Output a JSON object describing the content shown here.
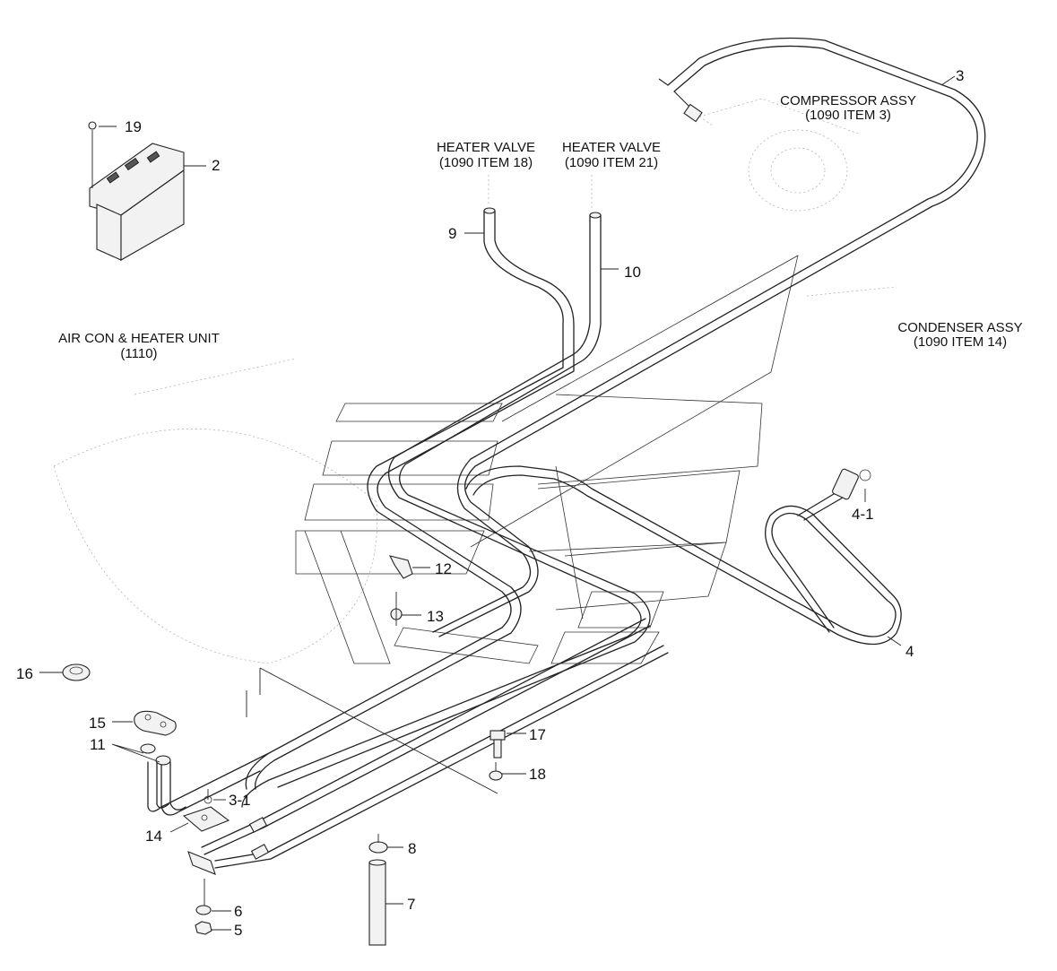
{
  "labels": {
    "compressor": {
      "line1": "COMPRESSOR ASSY",
      "line2": "(1090 ITEM 3)"
    },
    "heater_valve_18": {
      "line1": "HEATER VALVE",
      "line2": "(1090 ITEM 18)"
    },
    "heater_valve_21": {
      "line1": "HEATER VALVE",
      "line2": "(1090 ITEM 21)"
    },
    "condenser": {
      "line1": "CONDENSER ASSY",
      "line2": "(1090 ITEM 14)"
    },
    "aircon_unit": {
      "line1": "AIR CON & HEATER UNIT",
      "line2": "(1110)"
    }
  },
  "callouts": {
    "c19": "19",
    "c2": "2",
    "c3": "3",
    "c9": "9",
    "c10": "10",
    "c4_1": "4-1",
    "c4": "4",
    "c12": "12",
    "c13": "13",
    "c16": "16",
    "c15": "15",
    "c11": "11",
    "c17": "17",
    "c18": "18",
    "c3_1": "3-1",
    "c14": "14",
    "c8": "8",
    "c7": "7",
    "c6": "6",
    "c5": "5"
  }
}
